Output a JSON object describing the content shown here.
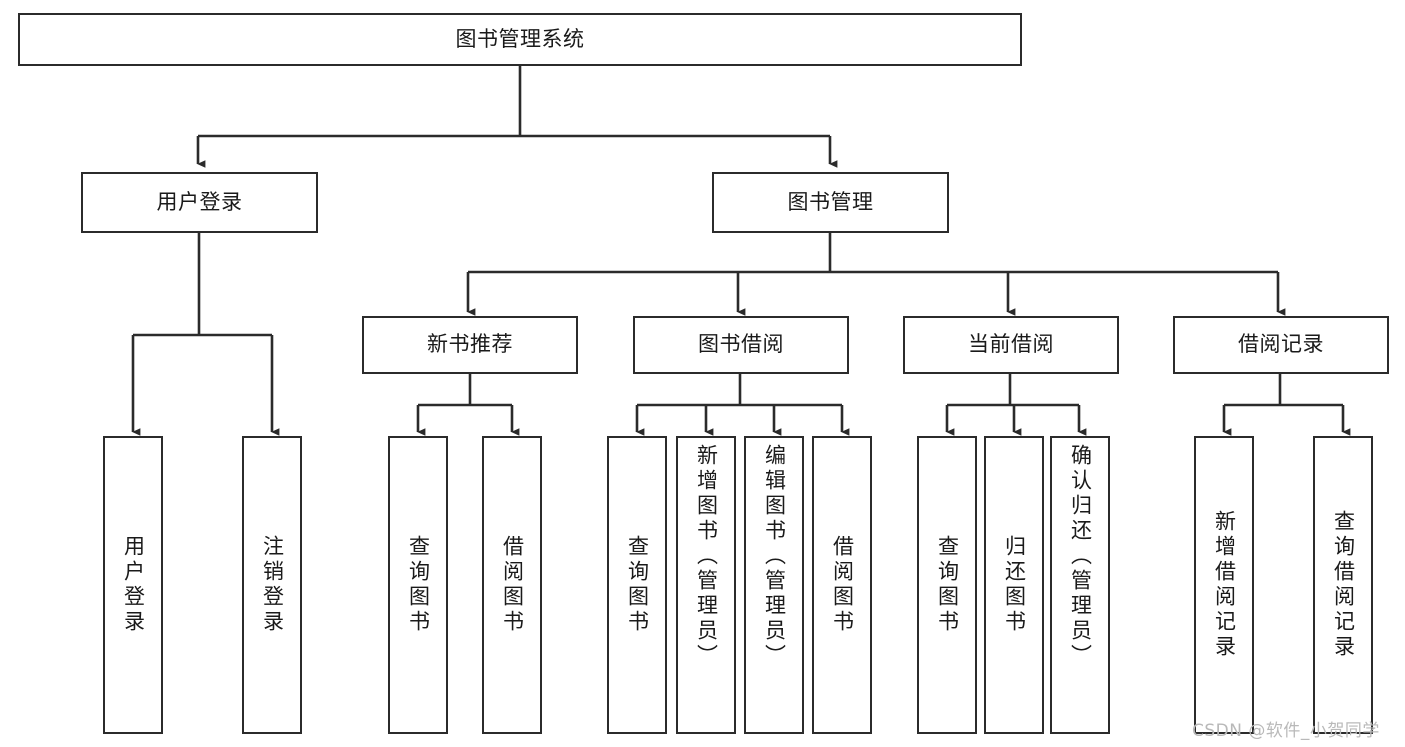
{
  "diagram": {
    "title": "图书管理系统",
    "type": "hierarchy-tree",
    "colors": {
      "box_border": "#2b2b2b",
      "box_fill": "#ffffff",
      "connector": "#2b2b2b",
      "text": "#1a1a1a",
      "watermark": "#b9b9b9",
      "background": "#ffffff"
    },
    "levels": {
      "root": {
        "label": "图书管理系统"
      },
      "level2": [
        {
          "id": "user-login",
          "label": "用户登录"
        },
        {
          "id": "book-manage",
          "label": "图书管理"
        }
      ],
      "level3": [
        {
          "id": "new-book-recommend",
          "label": "新书推荐"
        },
        {
          "id": "book-borrow",
          "label": "图书借阅"
        },
        {
          "id": "current-borrow",
          "label": "当前借阅"
        },
        {
          "id": "borrow-record",
          "label": "借阅记录"
        }
      ],
      "leaves": {
        "user_login": [
          {
            "id": "leaf-user-login",
            "label": "用户登录"
          },
          {
            "id": "leaf-logout-login",
            "label": "注销登录"
          }
        ],
        "new_book_recommend": [
          {
            "id": "leaf-query-book-1",
            "label": "查询图书"
          },
          {
            "id": "leaf-borrow-book-1",
            "label": "借阅图书"
          }
        ],
        "book_borrow": [
          {
            "id": "leaf-query-book-2",
            "label": "查询图书"
          },
          {
            "id": "leaf-add-book",
            "label": "新增图书（管理员）"
          },
          {
            "id": "leaf-edit-book",
            "label": "编辑图书（管理员）"
          },
          {
            "id": "leaf-borrow-book-2",
            "label": "借阅图书"
          }
        ],
        "current_borrow": [
          {
            "id": "leaf-query-book-3",
            "label": "查询图书"
          },
          {
            "id": "leaf-return-book",
            "label": "归还图书"
          },
          {
            "id": "leaf-confirm-return",
            "label": "确认归还（管理员）"
          }
        ],
        "borrow_record": [
          {
            "id": "leaf-add-record",
            "label": "新增借阅记录"
          },
          {
            "id": "leaf-query-record",
            "label": "查询借阅记录"
          }
        ]
      }
    },
    "watermark": "CSDN @软件_小贺同学"
  }
}
